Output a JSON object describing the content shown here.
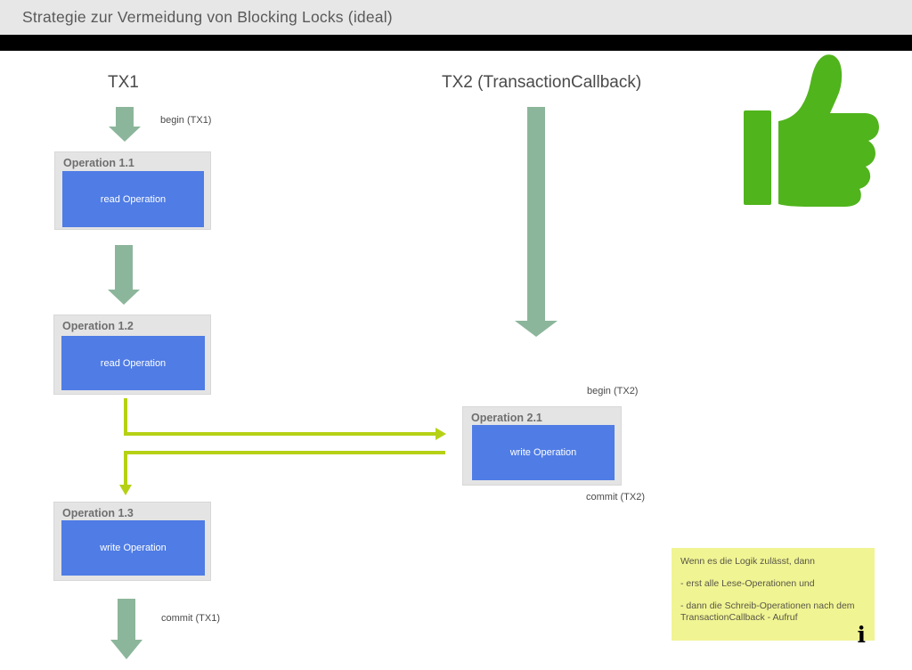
{
  "title": "Strategie zur Vermeidung von Blocking Locks (ideal)",
  "lanes": {
    "tx1": {
      "heading": "TX1"
    },
    "tx2": {
      "heading": "TX2 (TransactionCallback)"
    }
  },
  "labels": {
    "begin_tx1": "begin (TX1)",
    "commit_tx1": "commit (TX1)",
    "begin_tx2": "begin (TX2)",
    "commit_tx2": "commit (TX2)"
  },
  "operations": [
    {
      "id": "op11",
      "title": "Operation 1.1",
      "body": "read Operation"
    },
    {
      "id": "op12",
      "title": "Operation 1.2",
      "body": "read Operation"
    },
    {
      "id": "op13",
      "title": "Operation 1.3",
      "body": "write Operation"
    },
    {
      "id": "op21",
      "title": "Operation 2.1",
      "body": "write Operation"
    }
  ],
  "note": {
    "lines": [
      "Wenn es die Logik zulässt, dann",
      "- erst alle Lese-Operationen und",
      "- dann die Schreib-Operationen nach dem",
      "TransactionCallback - Aufruf"
    ],
    "info_glyph": "i"
  },
  "icons": {
    "thumbs_up": "thumbs-up-icon",
    "info": "info-icon"
  },
  "colors": {
    "titlebar_bg": "#e7e7e7",
    "title_text": "#595959",
    "top_band": "#000000",
    "canvas_bg": "#ffffff",
    "sage_arrow": "#8cb69b",
    "chartreuse_arrow": "#b6d115",
    "operation_box_bg": "#e4e4e4",
    "operation_header_text": "#6f6f6f",
    "operation_body_bg": "#4f7ce5",
    "operation_body_text": "#ffffff",
    "thumb_green": "#50b41c",
    "note_bg": "#f1f493",
    "note_text": "#565647"
  }
}
